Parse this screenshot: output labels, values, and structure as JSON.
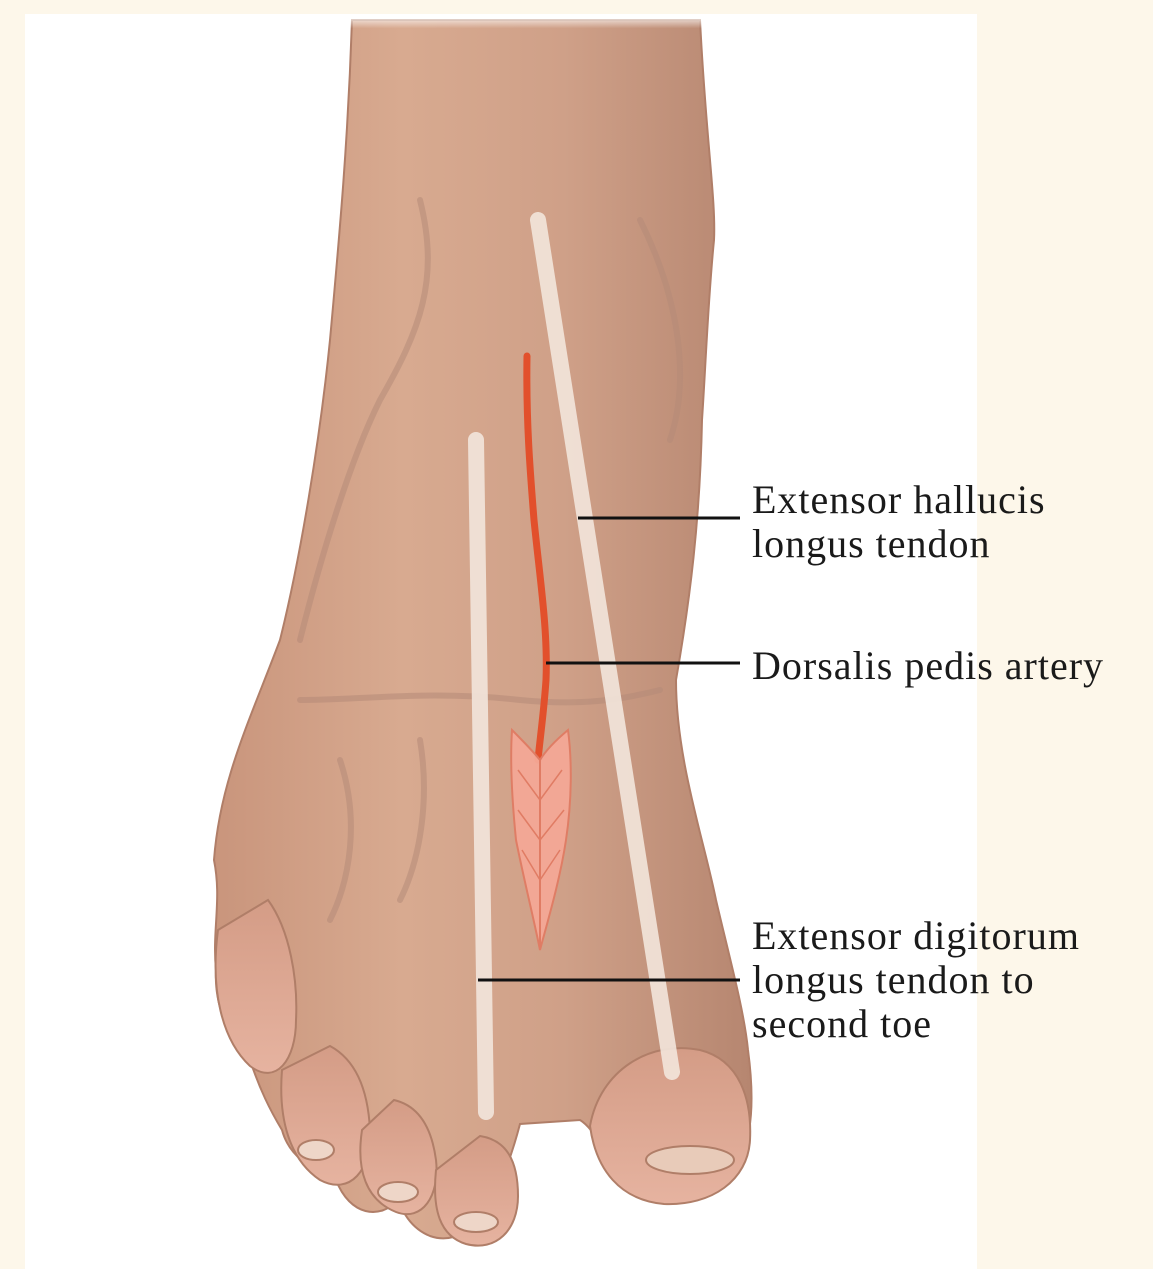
{
  "labels": {
    "extensor_hallucis": {
      "line1": "Extensor hallucis",
      "line2": "longus tendon"
    },
    "dorsalis_pedis": {
      "line1": "Dorsalis pedis artery"
    },
    "extensor_digitorum": {
      "line1": "Extensor digitorum",
      "line2": "longus tendon to",
      "line3": "second toe"
    }
  },
  "colors": {
    "page_background": "#fdf7ea",
    "panel_background": "#ffffff",
    "skin": "#d9a98f",
    "skin_shadow": "#b98a74",
    "tendon": "#f3e6dc",
    "artery": "#e2502c",
    "muscle": "#f4a896",
    "leader_line": "#111111",
    "label_text": "#1a1a1a"
  }
}
